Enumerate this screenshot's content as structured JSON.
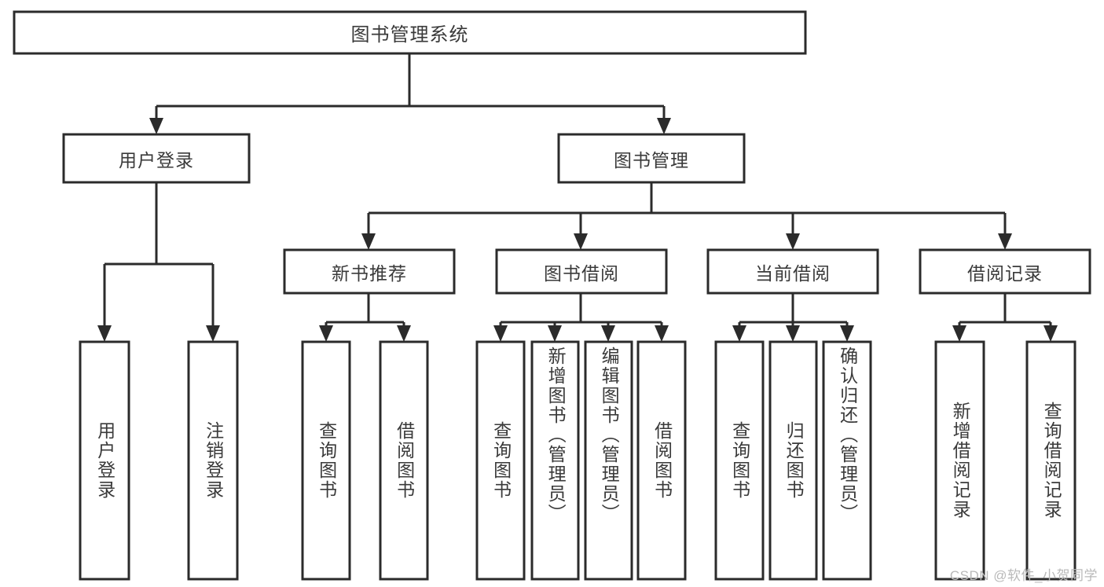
{
  "diagram": {
    "title": "图书管理系统",
    "type": "tree-hierarchy",
    "watermark": "CSDN @软件_小贺同学",
    "colors": {
      "stroke": "#2b2b2b",
      "fill": "#ffffff",
      "text": "#3a3a3a",
      "watermark": "#b9b9b9",
      "background": "#ffffff"
    },
    "root": {
      "label": "图书管理系统"
    },
    "level1": [
      {
        "label": "用户登录"
      },
      {
        "label": "图书管理"
      }
    ],
    "level2": [
      {
        "label": "新书推荐"
      },
      {
        "label": "图书借阅"
      },
      {
        "label": "当前借阅"
      },
      {
        "label": "借阅记录"
      }
    ],
    "leaves": {
      "user_login": [
        {
          "label": "用户登录"
        },
        {
          "label": "注销登录"
        }
      ],
      "new_book_recommend": [
        {
          "label": "查询图书"
        },
        {
          "label": "借阅图书"
        }
      ],
      "book_borrow": [
        {
          "label": "查询图书"
        },
        {
          "label": "新增图书（管理员）"
        },
        {
          "label": "编辑图书（管理员）"
        },
        {
          "label": "借阅图书"
        }
      ],
      "current_borrow": [
        {
          "label": "查询图书"
        },
        {
          "label": "归还图书"
        },
        {
          "label": "确认归还（管理员）"
        }
      ],
      "borrow_record": [
        {
          "label": "新增借阅记录"
        },
        {
          "label": "查询借阅记录"
        }
      ]
    }
  }
}
